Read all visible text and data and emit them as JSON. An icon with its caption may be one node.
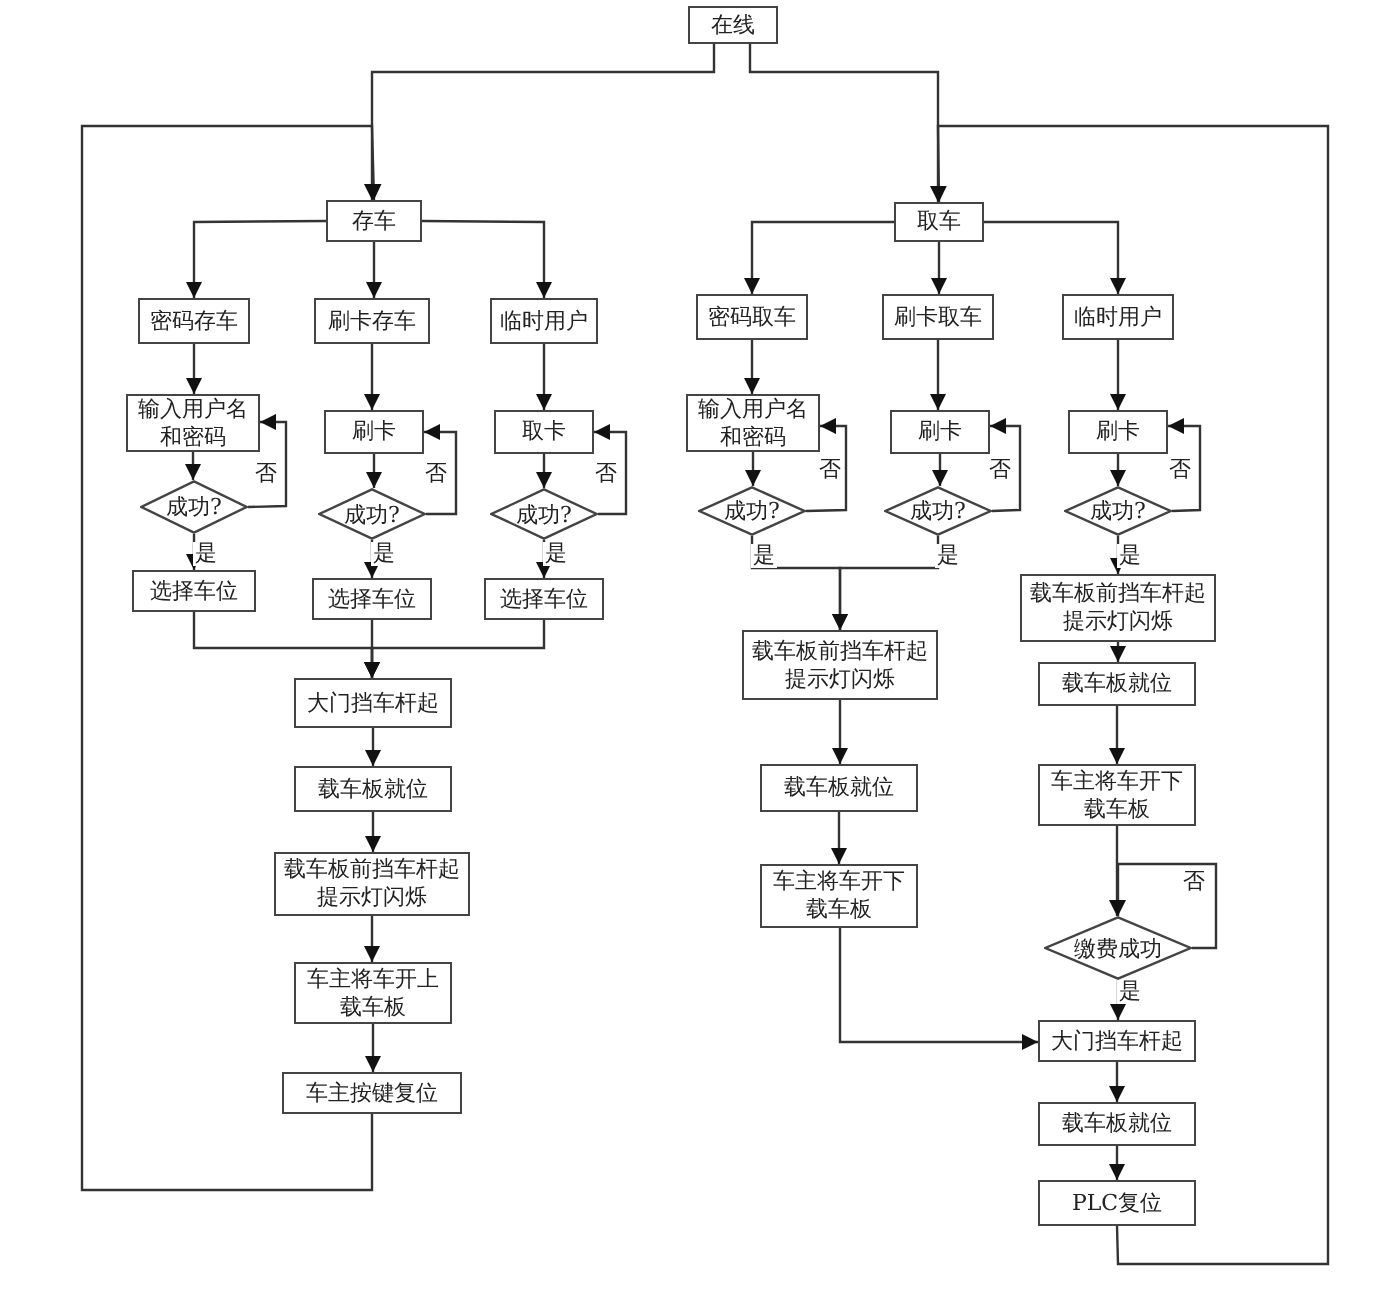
{
  "diagram": {
    "nodes": [
      {
        "text": [
          "在线"
        ]
      },
      {
        "text": [
          "存车"
        ]
      },
      {
        "text": [
          "密码存车"
        ]
      },
      {
        "text": [
          "刷卡存车"
        ]
      },
      {
        "text": [
          "临时用户"
        ]
      },
      {
        "text": [
          "输入用户名和密码"
        ]
      },
      {
        "text": [
          "刷卡"
        ]
      },
      {
        "text": [
          "取卡"
        ]
      },
      {
        "text": [
          "成功?"
        ]
      },
      {
        "text": [
          "成功?"
        ]
      },
      {
        "text": [
          "成功?"
        ]
      },
      {
        "text": [
          "选择车位"
        ]
      },
      {
        "text": [
          "选择车位"
        ]
      },
      {
        "text": [
          "选择车位"
        ]
      },
      {
        "text": [
          "大门挡车杆起"
        ]
      },
      {
        "text": [
          "载车板就位"
        ]
      },
      {
        "text": [
          "载车板前挡车杆起提示灯闪烁"
        ]
      },
      {
        "text": [
          "车主将车开上载车板"
        ]
      },
      {
        "text": [
          "车主按键复位"
        ]
      },
      {
        "text": [
          "取车"
        ]
      },
      {
        "text": [
          "密码取车"
        ]
      },
      {
        "text": [
          "刷卡取车"
        ]
      },
      {
        "text": [
          "临时用户"
        ]
      },
      {
        "text": [
          "输入用户名和密码"
        ]
      },
      {
        "text": [
          "刷卡"
        ]
      },
      {
        "text": [
          "刷卡"
        ]
      },
      {
        "text": [
          "成功?"
        ]
      },
      {
        "text": [
          "成功?"
        ]
      },
      {
        "text": [
          "成功?"
        ]
      },
      {
        "text": [
          "载车板前挡车杆起提示灯闪烁"
        ]
      },
      {
        "text": [
          "载车板就位"
        ]
      },
      {
        "text": [
          "车主将车开下载车板"
        ]
      },
      {
        "text": [
          "载车板前挡车杆起提示灯闪烁"
        ]
      },
      {
        "text": [
          "载车板就位"
        ]
      },
      {
        "text": [
          "车主将车开下载车板"
        ]
      },
      {
        "text": [
          "缴费成功"
        ]
      },
      {
        "text": [
          "大门挡车杆起"
        ]
      },
      {
        "text": [
          "载车板就位"
        ]
      },
      {
        "text": [
          "PLC复位"
        ]
      }
    ],
    "edges": [
      {
        "from": 0,
        "to": 1,
        "arrow": "to"
      },
      {
        "from": 0,
        "to": 19,
        "arrow": "to"
      },
      {
        "from": 1,
        "to": 2,
        "arrow": "to"
      },
      {
        "from": 1,
        "to": 3,
        "arrow": "to"
      },
      {
        "from": 1,
        "to": 4,
        "arrow": "to"
      },
      {
        "from": 2,
        "to": 5,
        "arrow": "to"
      },
      {
        "from": 3,
        "to": 6,
        "arrow": "to"
      },
      {
        "from": 4,
        "to": 7,
        "arrow": "to"
      },
      {
        "from": 5,
        "to": 8,
        "arrow": "to"
      },
      {
        "from": 6,
        "to": 9,
        "arrow": "to"
      },
      {
        "from": 7,
        "to": 10,
        "arrow": "to"
      },
      {
        "from": 8,
        "to": 5,
        "arrow": "to",
        "label": "否"
      },
      {
        "from": 9,
        "to": 6,
        "arrow": "to",
        "label": "否"
      },
      {
        "from": 10,
        "to": 7,
        "arrow": "to",
        "label": "否"
      },
      {
        "from": 8,
        "to": 11,
        "arrow": "to",
        "label": "是"
      },
      {
        "from": 9,
        "to": 12,
        "arrow": "to",
        "label": "是"
      },
      {
        "from": 10,
        "to": 13,
        "arrow": "to",
        "label": "是"
      },
      {
        "from": 11,
        "to": 14,
        "arrow": "to"
      },
      {
        "from": 12,
        "to": 14,
        "arrow": "to"
      },
      {
        "from": 13,
        "to": 14,
        "arrow": "to"
      },
      {
        "from": 14,
        "to": 15,
        "arrow": "to"
      },
      {
        "from": 15,
        "to": 16,
        "arrow": "to"
      },
      {
        "from": 16,
        "to": 17,
        "arrow": "to"
      },
      {
        "from": 17,
        "to": 18,
        "arrow": "to"
      },
      {
        "from": 18,
        "to": 1,
        "arrow": "to"
      },
      {
        "from": 19,
        "to": 20,
        "arrow": "to"
      },
      {
        "from": 19,
        "to": 21,
        "arrow": "to"
      },
      {
        "from": 19,
        "to": 22,
        "arrow": "to"
      },
      {
        "from": 20,
        "to": 23,
        "arrow": "to"
      },
      {
        "from": 21,
        "to": 24,
        "arrow": "to"
      },
      {
        "from": 22,
        "to": 25,
        "arrow": "to"
      },
      {
        "from": 23,
        "to": 26,
        "arrow": "to"
      },
      {
        "from": 24,
        "to": 27,
        "arrow": "to"
      },
      {
        "from": 25,
        "to": 28,
        "arrow": "to"
      },
      {
        "from": 26,
        "to": 23,
        "arrow": "to",
        "label": "否"
      },
      {
        "from": 27,
        "to": 24,
        "arrow": "to",
        "label": "否"
      },
      {
        "from": 28,
        "to": 25,
        "arrow": "to",
        "label": "否"
      },
      {
        "from": 26,
        "to": 29,
        "arrow": "to",
        "label": "是"
      },
      {
        "from": 27,
        "to": 29,
        "arrow": "to",
        "label": "是"
      },
      {
        "from": 28,
        "to": 32,
        "arrow": "to",
        "label": "是"
      },
      {
        "from": 29,
        "to": 30,
        "arrow": "to"
      },
      {
        "from": 30,
        "to": 31,
        "arrow": "to"
      },
      {
        "from": 31,
        "to": 36,
        "arrow": "to"
      },
      {
        "from": 32,
        "to": 33,
        "arrow": "to"
      },
      {
        "from": 33,
        "to": 34,
        "arrow": "to"
      },
      {
        "from": 34,
        "to": 35,
        "arrow": "to"
      },
      {
        "from": 35,
        "to": 35,
        "arrow": "to",
        "label": "否"
      },
      {
        "from": 35,
        "to": 36,
        "arrow": "to",
        "label": "是"
      },
      {
        "from": 36,
        "to": 37,
        "arrow": "to"
      },
      {
        "from": 37,
        "to": 38,
        "arrow": "to"
      },
      {
        "from": 38,
        "to": 19,
        "arrow": "to"
      }
    ]
  }
}
